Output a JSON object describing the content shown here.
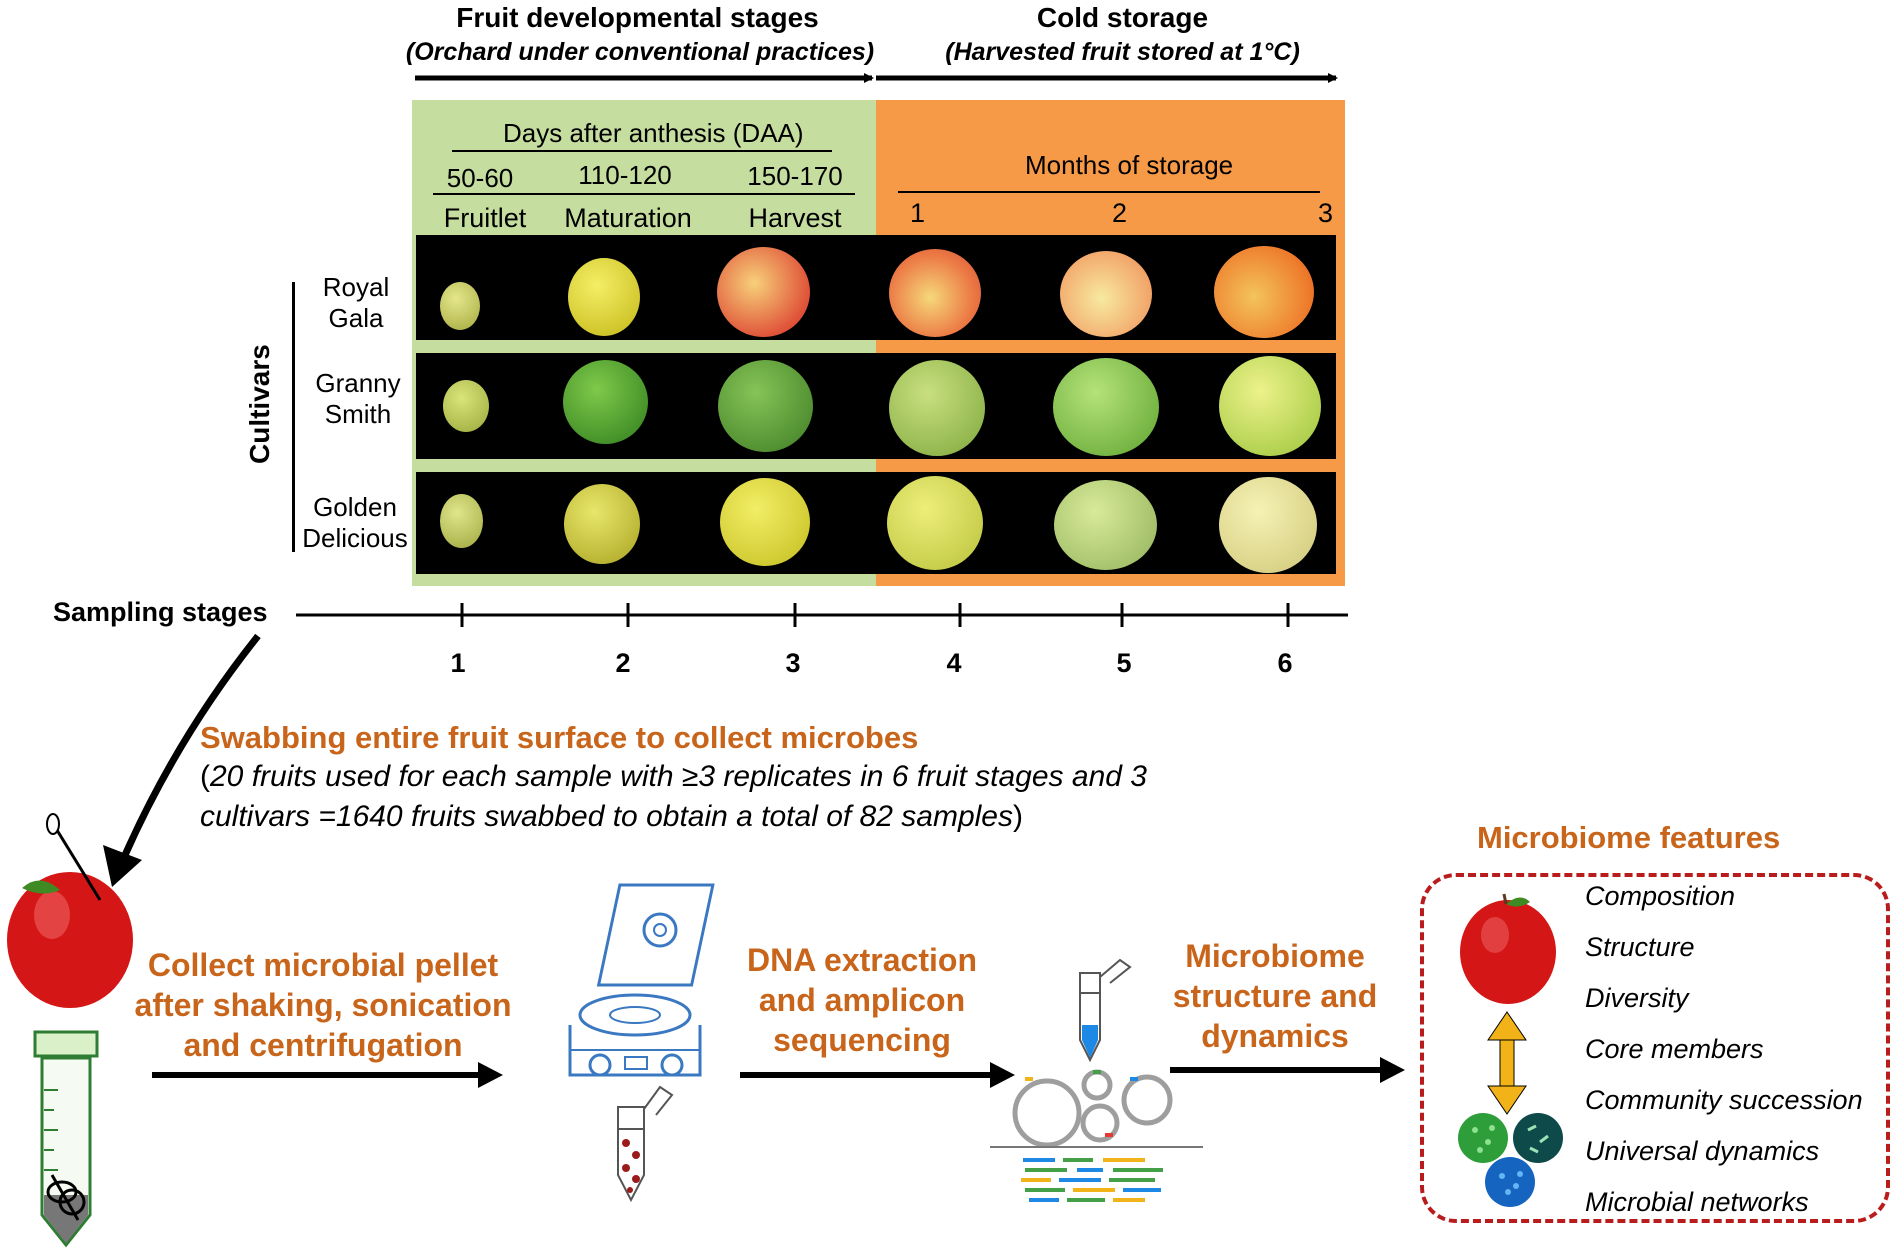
{
  "header": {
    "dev_title": "Fruit developmental stages",
    "dev_sub_open": "(",
    "dev_sub_italic": "Orchard under conventional practices",
    "dev_sub_close": ")",
    "cold_title": "Cold storage",
    "cold_sub_open": "(",
    "cold_sub_italic": "Harvested fruit stored at 1°C",
    "cold_sub_close": ")"
  },
  "panel": {
    "daa_label": "Days after anthesis (DAA)",
    "daa_ranges": [
      "50-60",
      "110-120",
      "150-170"
    ],
    "stage_names": [
      "Fruitlet",
      "Maturation",
      "Harvest"
    ],
    "months_label": "Months of storage",
    "months": [
      "1",
      "2",
      "3"
    ],
    "colors": {
      "green_bg": "#c5dd9e",
      "orange_bg": "#f79a47",
      "strip": "#000000"
    }
  },
  "cultivars": {
    "axis_label": "Cultivars",
    "rows": [
      {
        "line1": "Royal",
        "line2": "Gala"
      },
      {
        "line1": "Granny",
        "line2": "Smith"
      },
      {
        "line1": "Golden",
        "line2": "Delicious"
      }
    ]
  },
  "sampling": {
    "label": "Sampling stages",
    "stages": [
      "1",
      "2",
      "3",
      "4",
      "5",
      "6"
    ]
  },
  "swab": {
    "title": "Swabbing entire fruit surface to collect microbes",
    "line1_open": "(",
    "line1_italic": "20 fruits used for each sample with ≥3 replicates in 6 fruit stages and 3",
    "line2_italic": "cultivars =1640 fruits swabbed to obtain a total of 82  samples",
    "line2_close": ")"
  },
  "steps": {
    "pellet": [
      "Collect microbial pellet",
      "after shaking, sonication",
      "and  centrifugation"
    ],
    "dna": [
      "DNA extraction",
      "and amplicon",
      "sequencing"
    ],
    "micro": [
      "Microbiome",
      "structure and",
      "dynamics"
    ]
  },
  "features": {
    "title": "Microbiome features",
    "items": [
      "Composition",
      "Structure",
      "Diversity",
      "Core members",
      "Community succession",
      "Universal dynamics",
      "Microbial networks"
    ]
  },
  "colors": {
    "accent_orange": "#c8651b",
    "dashed_red": "#b91c1c",
    "arrow_yellow": "#f2b318"
  }
}
